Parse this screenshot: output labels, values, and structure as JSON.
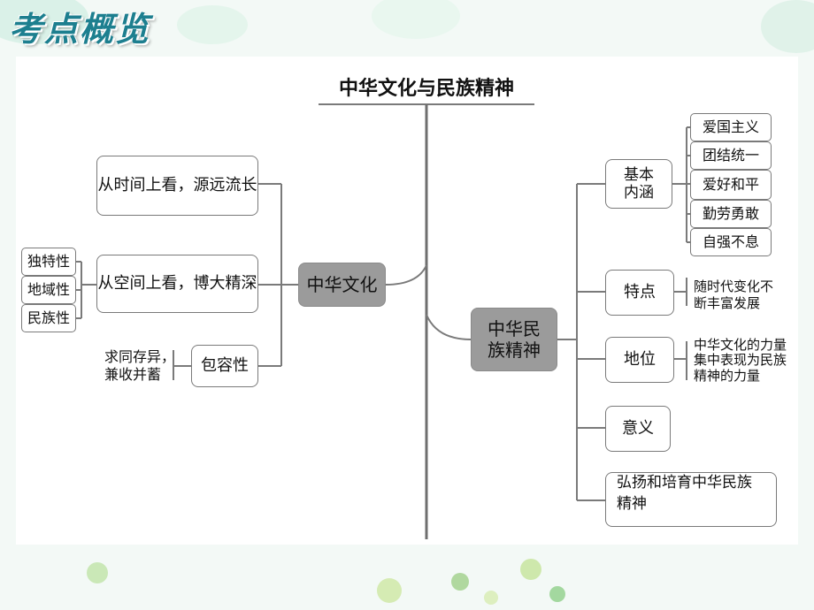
{
  "header": {
    "title": "考点概览"
  },
  "map": {
    "root": "中华文化与民族精神",
    "culture": {
      "label": "中华文化",
      "time": "从时间上看，源远流长",
      "space": "从空间上看，博大精深",
      "space_traits": [
        "独特性",
        "地域性",
        "民族性"
      ],
      "inclusive": "包容性",
      "inclusive_note": [
        "求同存异，",
        "兼收并蓄"
      ]
    },
    "spirit": {
      "label": [
        "中华民",
        "族精神"
      ],
      "connotation": {
        "label": [
          "基本",
          "内涵"
        ],
        "items": [
          "爱国主义",
          "团结统一",
          "爱好和平",
          "勤劳勇敢",
          "自强不息"
        ]
      },
      "features": {
        "label": "特点",
        "note": [
          "随时代变化不",
          "断丰富发展"
        ]
      },
      "status": {
        "label": "地位",
        "note": [
          "中华文化的力量",
          "集中表现为民族",
          "精神的力量"
        ]
      },
      "meaning": {
        "label": "意义"
      },
      "promote": {
        "label": [
          "弘扬和培育中华民族",
          "精神"
        ]
      }
    }
  },
  "colors": {
    "accent": "#1d7f8f",
    "node_gray": "#9b9b9b",
    "line": "#7a7a7a"
  }
}
